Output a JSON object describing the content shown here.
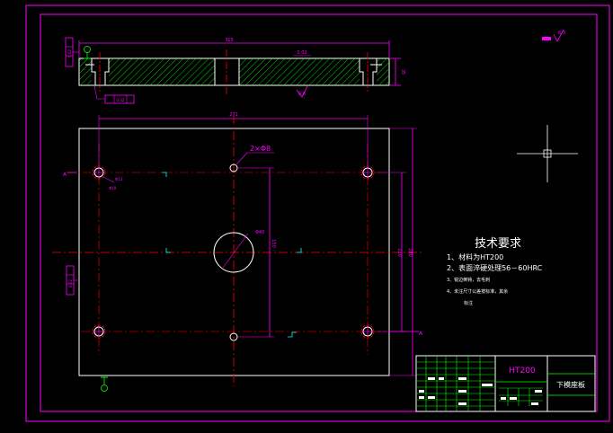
{
  "drawing": {
    "top_view": {
      "overall_width": "315",
      "thickness": "35",
      "flatness": "0.02",
      "roughness": "0.8",
      "gdt_left": "0.02",
      "gdt_bottom": "0.02"
    },
    "plan_view": {
      "hole_spacing_x": "271",
      "hole_spacing_y_outer": "280",
      "hole_spacing_y": "220",
      "pin_holes": "2×Φ8",
      "center_hole": "Φ40",
      "pin_spacing": "150",
      "counterbore": "Φ13",
      "counterbore2": "Φ19",
      "section_left": "A",
      "section_right": "A",
      "gdt_left": "0.02"
    },
    "roughness_symbol": "6.3"
  },
  "tech_requirements": {
    "title": "技术要求",
    "items": [
      "1、材料为HT200",
      "2、表面淬硬处理56－60HRC",
      "3、锐边倒钝，去毛刺",
      "4、未注尺寸公差按标准，其余",
      "标注"
    ]
  },
  "title_block": {
    "material": "HT200",
    "part_name": "下模座板"
  },
  "colors": {
    "border": "#ff00ff",
    "outline": "#ffffff",
    "centerline": "#ff0000",
    "hatch": "#00ff00",
    "dimension": "#ff00ff",
    "background": "#000000"
  }
}
